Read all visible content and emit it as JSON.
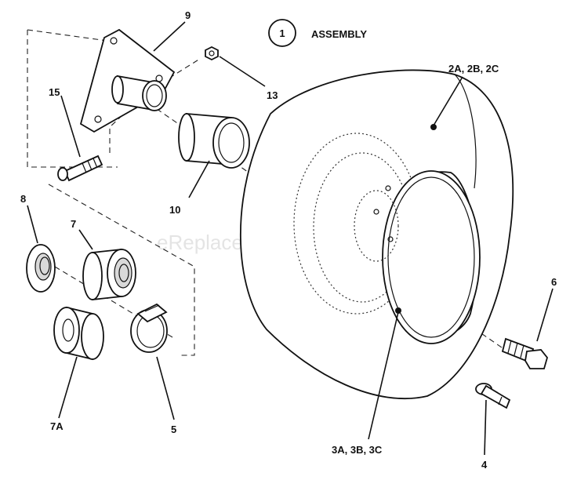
{
  "assembly": {
    "number": "1",
    "label": "ASSEMBLY"
  },
  "watermark": "eReplacementParts.com",
  "callouts": {
    "c9": "9",
    "c13": "13",
    "c15": "15",
    "c10": "10",
    "c8": "8",
    "c7": "7",
    "c7a": "7A",
    "c5": "5",
    "c2": "2A, 2B, 2C",
    "c6": "6",
    "c3": "3A, 3B, 3C",
    "c4": "4"
  }
}
